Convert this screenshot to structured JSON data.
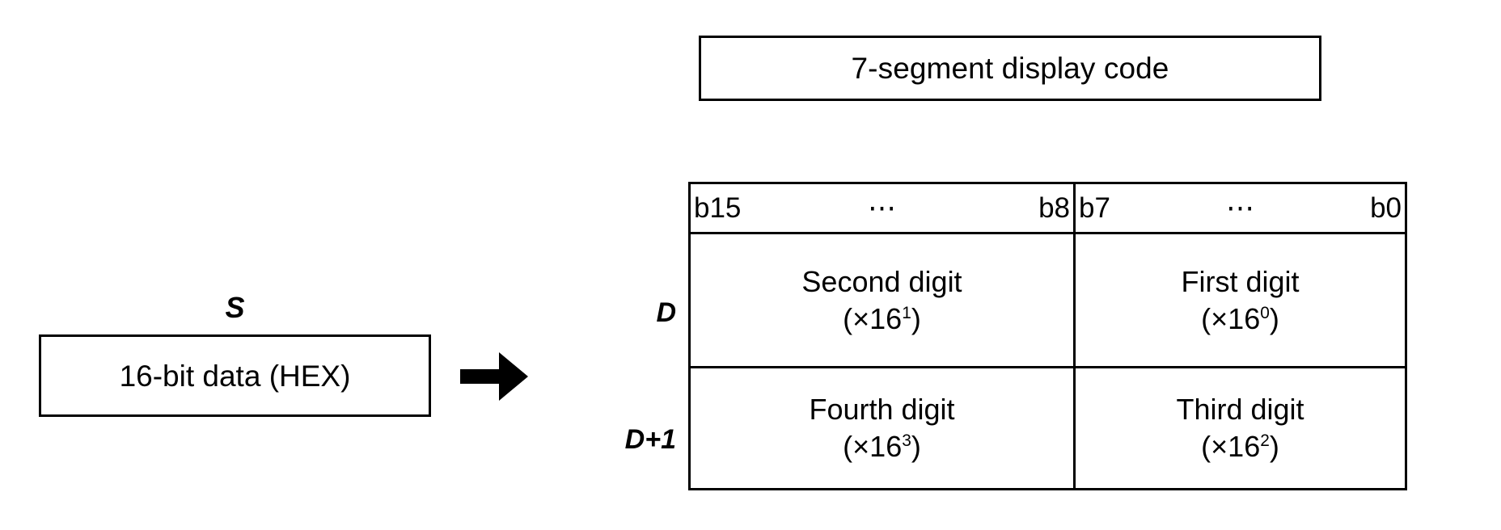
{
  "diagram": {
    "title_box": {
      "label": "7-segment display code"
    },
    "source": {
      "operand_label": "S",
      "box_label": "16-bit data (HEX)"
    },
    "arrow": {
      "icon": "right-arrow-icon",
      "glyph": "→"
    },
    "destination": {
      "register_labels": {
        "first": "D",
        "second": "D+1"
      },
      "bit_ranges": {
        "high": {
          "msb": "b15",
          "ellipsis": "⋯",
          "lsb": "b8"
        },
        "low": {
          "msb": "b7",
          "ellipsis": "⋯",
          "lsb": "b0"
        }
      },
      "cells": {
        "d_high": {
          "name": "Second digit",
          "weight_prefix": "(×16",
          "weight_exponent": "1",
          "weight_suffix": ")"
        },
        "d_low": {
          "name": "First digit",
          "weight_prefix": "(×16",
          "weight_exponent": "0",
          "weight_suffix": ")"
        },
        "d1_high": {
          "name": "Fourth digit",
          "weight_prefix": "(×16",
          "weight_exponent": "3",
          "weight_suffix": ")"
        },
        "d1_low": {
          "name": "Third digit",
          "weight_prefix": "(×16",
          "weight_exponent": "2",
          "weight_suffix": ")"
        }
      }
    },
    "colors": {
      "stroke": "#000000",
      "background": "#ffffff",
      "text": "#000000"
    }
  }
}
